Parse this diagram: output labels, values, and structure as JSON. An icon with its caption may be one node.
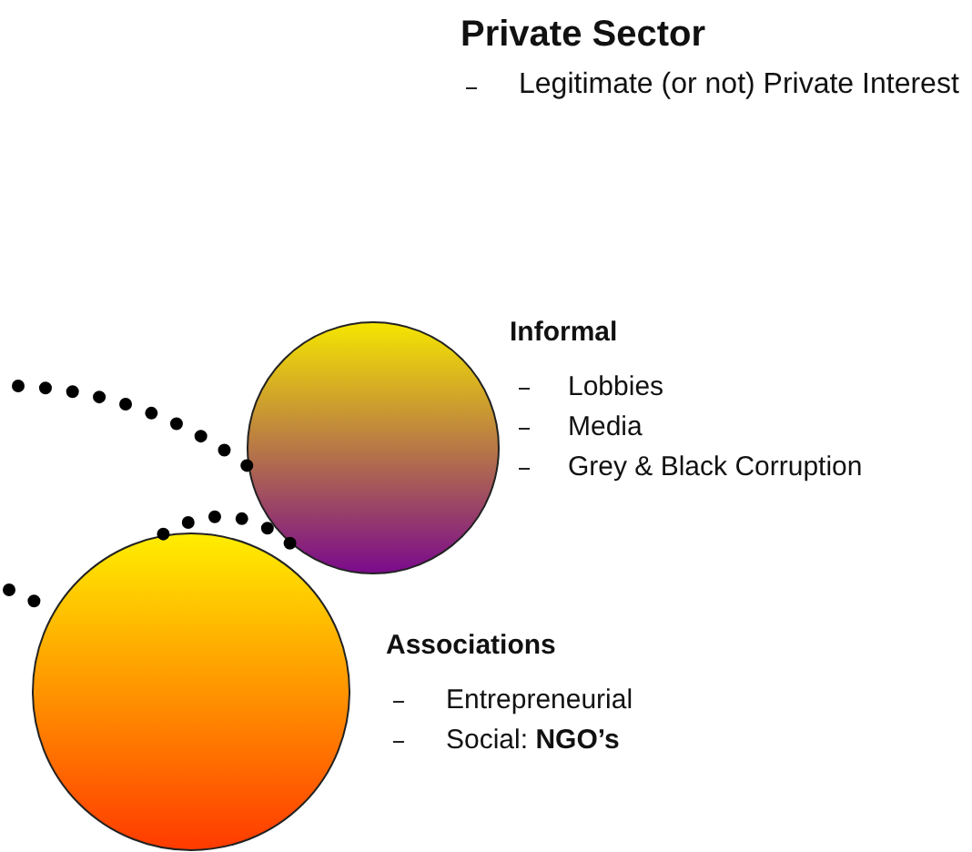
{
  "diagram": {
    "title": "Private Sector",
    "nodes": [
      {
        "text": [],
        "shape": "circle",
        "beside": [
          "Informal",
          "Lobbies",
          "Media",
          "Grey & Black Corruption"
        ]
      },
      {
        "text": [],
        "shape": "circle",
        "beside": [
          "Associations",
          "Entrepreneurial",
          "Social: **NGO’s**"
        ]
      }
    ],
    "edges": [
      {
        "from": null,
        "to": 0,
        "arrow": "none",
        "style": "dashed"
      },
      {
        "from": 1,
        "to": 0,
        "arrow": "none",
        "style": "dashed"
      },
      {
        "from": null,
        "to": 1,
        "arrow": "none",
        "style": "dashed"
      }
    ],
    "labels": [
      "Legitimate (or not) Private Interest"
    ]
  }
}
